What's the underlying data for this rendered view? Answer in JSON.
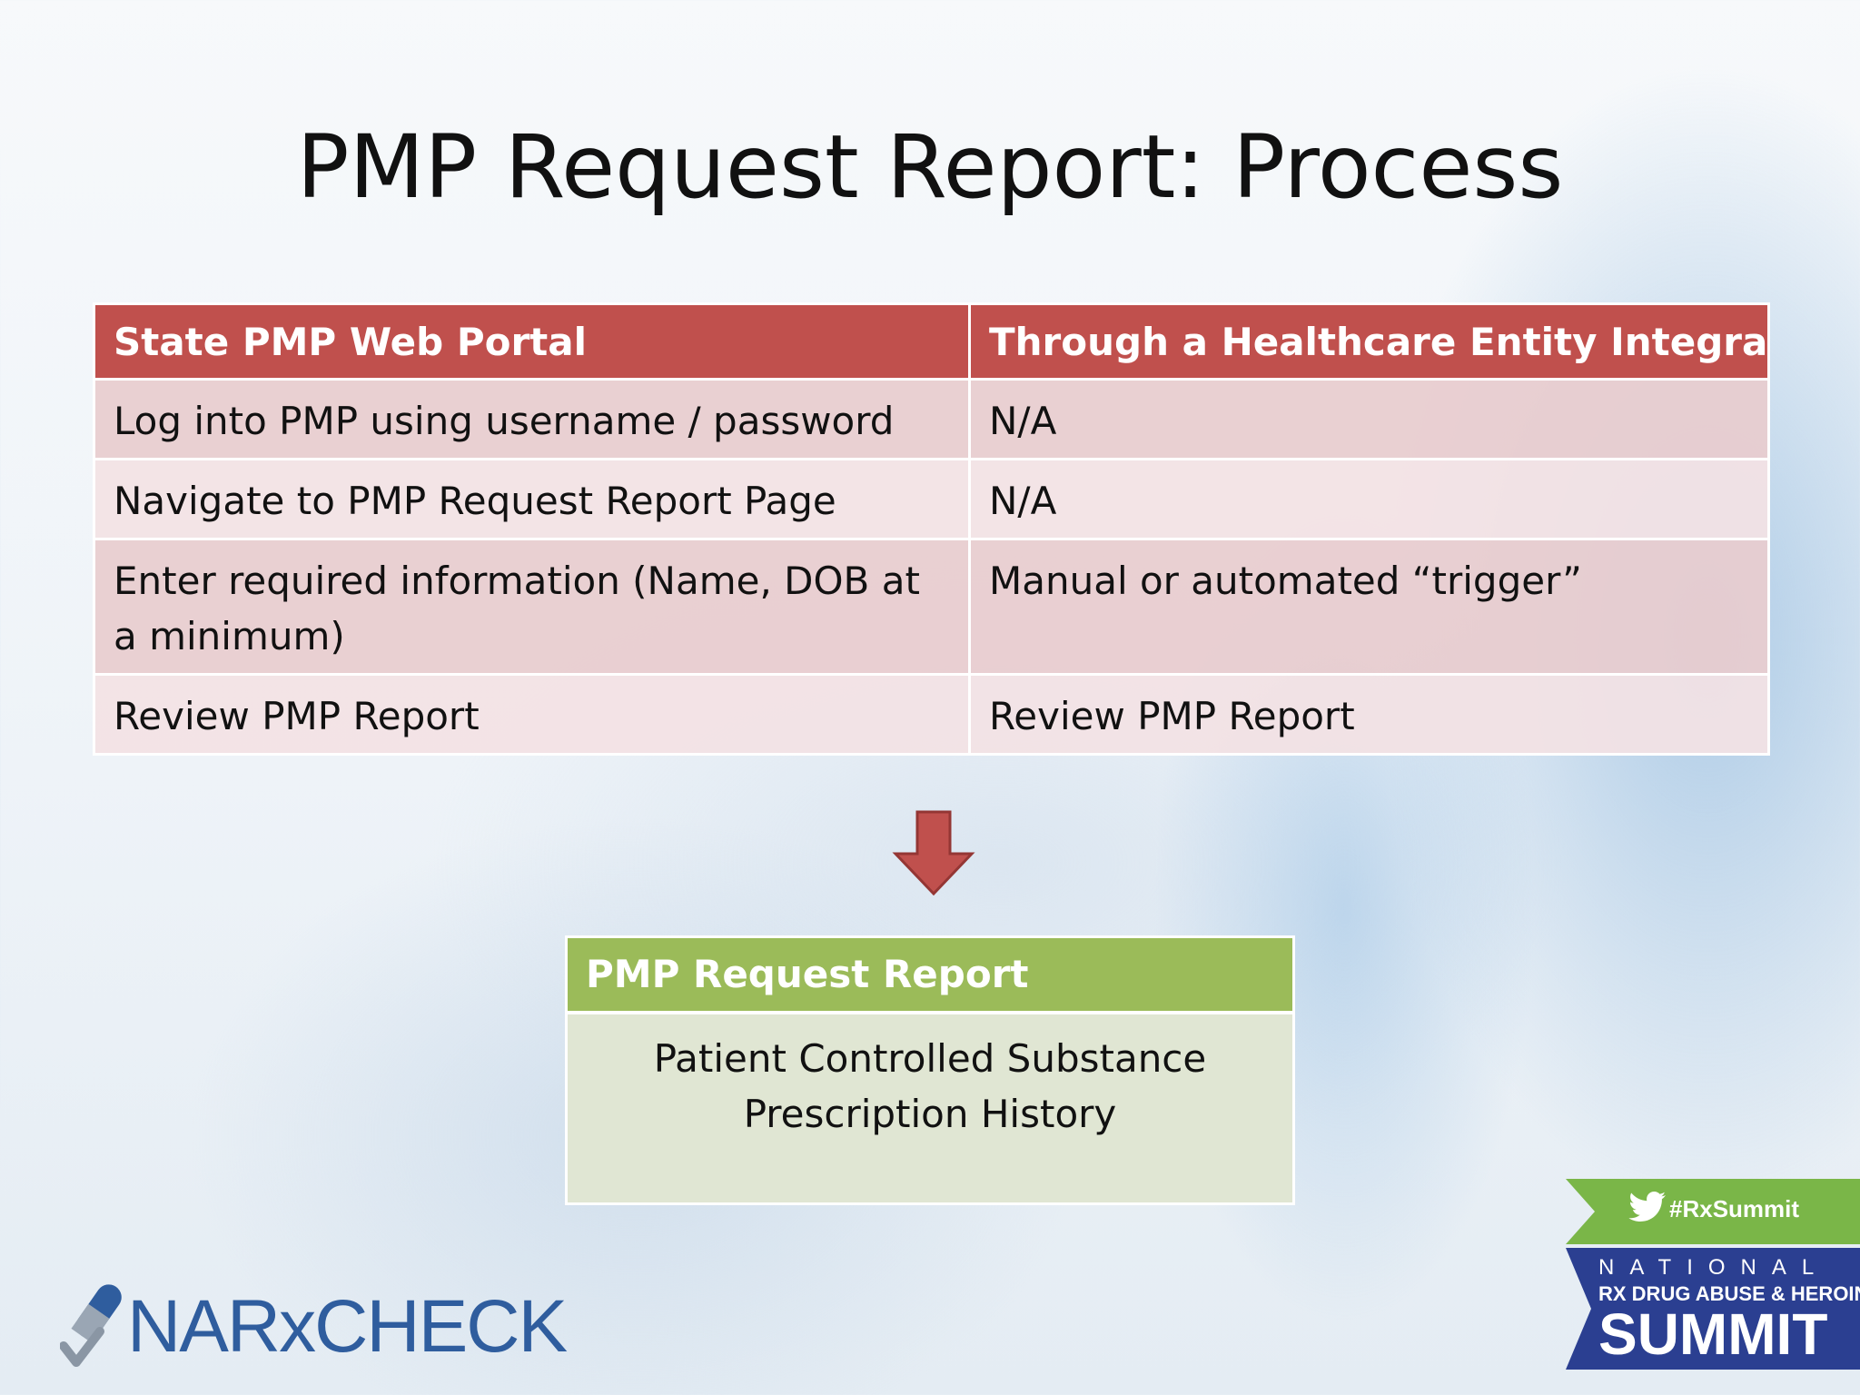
{
  "slide": {
    "title": "PMP Request Report: Process"
  },
  "table": {
    "headers": [
      "State PMP Web Portal",
      "Through a Healthcare Entity Integration"
    ],
    "rows": [
      [
        "Log into PMP using username / password",
        "N/A"
      ],
      [
        "Navigate to PMP Request Report Page",
        "N/A"
      ],
      [
        "Enter required information (Name, DOB at a minimum)",
        "Manual or automated “trigger”"
      ],
      [
        "Review PMP Report",
        "Review PMP Report"
      ]
    ]
  },
  "result_box": {
    "header": "PMP Request Report",
    "body_line1": "Patient Controlled Substance",
    "body_line2": "Prescription History"
  },
  "logo": {
    "text": "NARxCHECK",
    "icon": "pill-check-icon"
  },
  "summit_badge": {
    "hashtag": "#RxSummit",
    "line1": "NATIONAL",
    "line2": "RX DRUG ABUSE & HEROIN",
    "line3": "SUMMIT",
    "icon": "twitter-bird-icon"
  },
  "colors": {
    "table_header": "#c0504d",
    "table_row_odd": "#e8ccce",
    "table_row_even": "#f3e2e4",
    "arrow": "#c0504d",
    "result_header": "#9bbb59",
    "result_body": "#e0e6d3",
    "logo_blue": "#2f5d9e",
    "badge_green": "#7ab648",
    "badge_blue": "#2b3f91"
  }
}
